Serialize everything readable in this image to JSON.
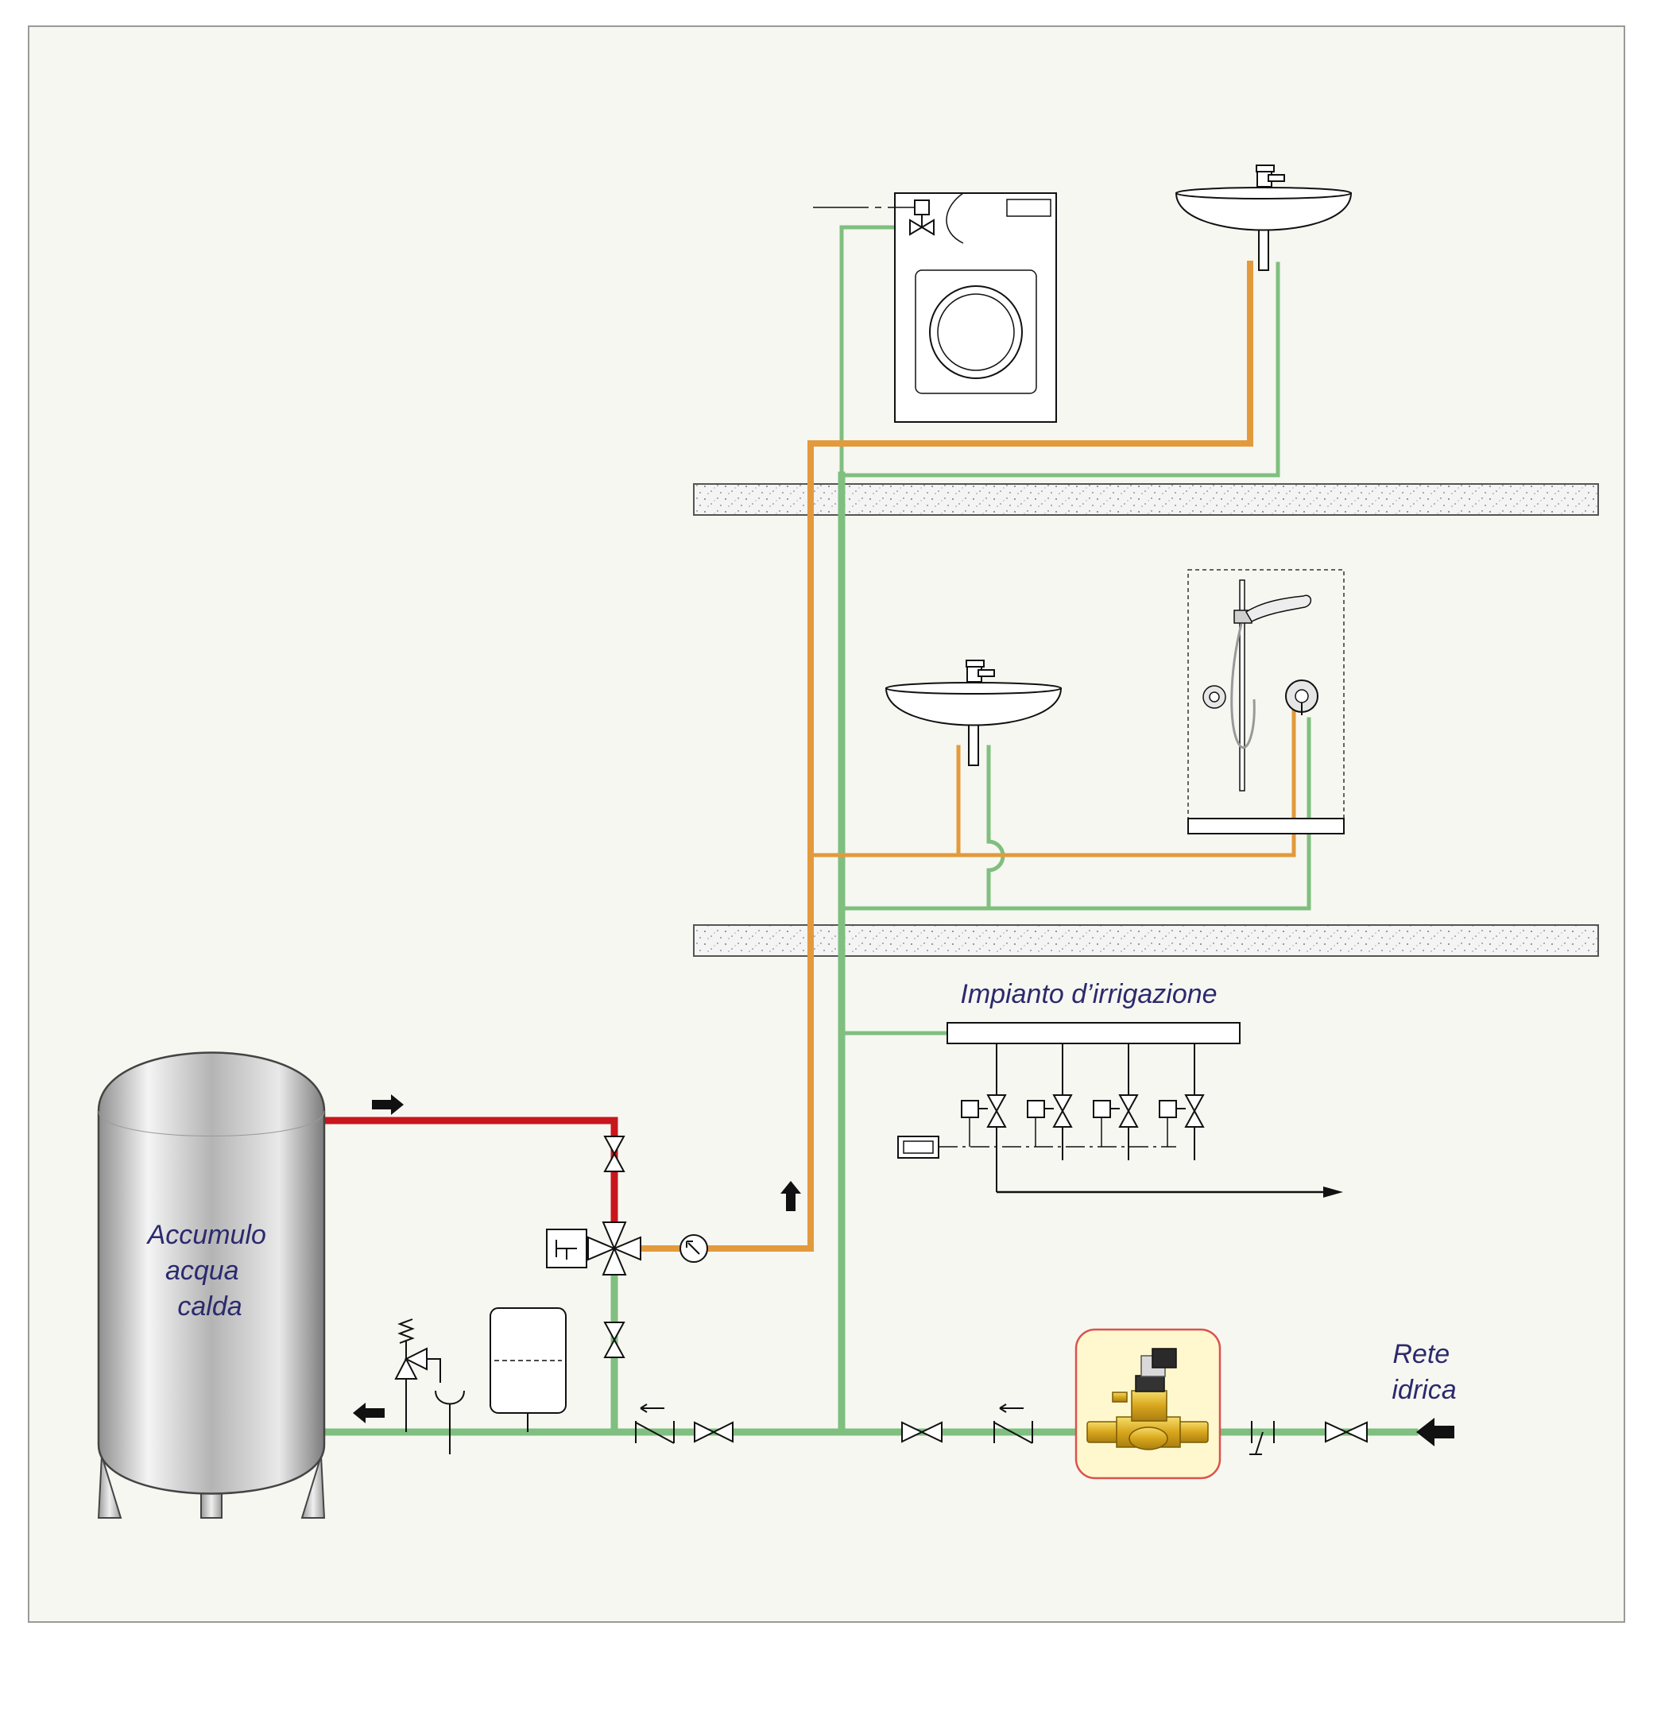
{
  "labels": {
    "tank": [
      "Accumulo",
      "acqua",
      "calda"
    ],
    "irrigation": "Impianto d’irrigazione",
    "mains": [
      "Rete",
      "idrica"
    ]
  },
  "colors": {
    "background": "#f7f7f1",
    "frame": "#9a9a9a",
    "cold_water": "#7fbf7f",
    "hot_water": "#e39a3c",
    "primary_hot": "#c8161d",
    "label_text": "#2b2a6e",
    "highlight_fill": "#fff8cf",
    "highlight_border": "#d9534f",
    "brass": "#e1b424"
  },
  "icons": [
    "storage-tank-icon",
    "washing-machine-icon",
    "washbasin-icon",
    "shower-icon",
    "gate-valve-icon",
    "check-valve-icon",
    "mixing-valve-icon",
    "thermometer-icon",
    "safety-valve-icon",
    "expansion-vessel-icon",
    "drain-funnel-icon",
    "pressure-reducer-icon",
    "strainer-icon",
    "solenoid-valve-icon",
    "irrigation-controller-icon",
    "flow-arrow-icon"
  ]
}
